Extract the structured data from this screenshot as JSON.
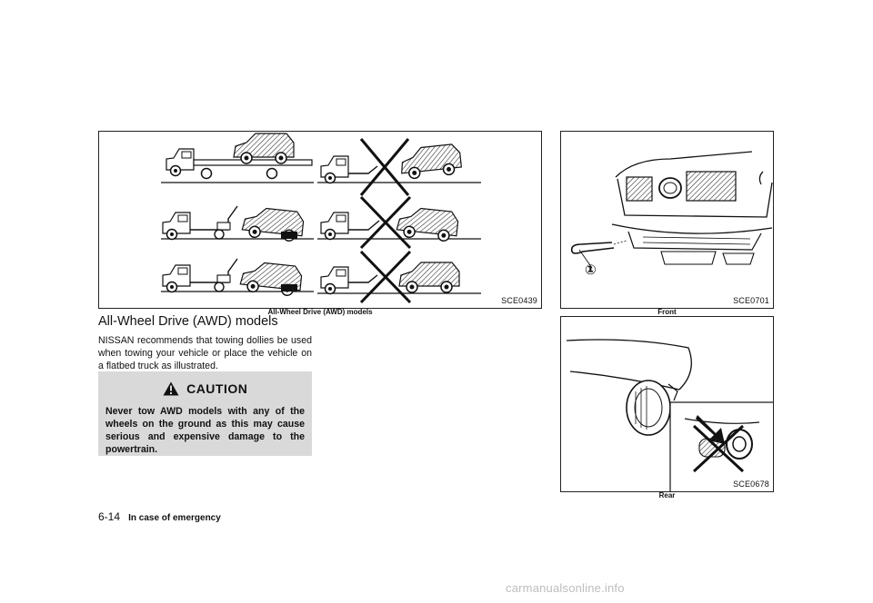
{
  "figures": {
    "main": {
      "code": "SCE0439",
      "caption": "All-Wheel Drive (AWD) models"
    },
    "front": {
      "code": "SCE0701",
      "caption": "Front",
      "callout": "①"
    },
    "rear": {
      "code": "SCE0678",
      "caption": "Rear"
    }
  },
  "section": {
    "title": "All-Wheel Drive (AWD) models",
    "body": "NISSAN recommends that towing dollies be used when towing your vehicle or place the vehicle on a flatbed truck as illustrated."
  },
  "caution": {
    "title": "CAUTION",
    "icon": "warning-triangle-icon",
    "text": "Never tow AWD models with any of the wheels on the ground as this may cause serious and expensive damage to the powertrain."
  },
  "footer": {
    "page": "6-14",
    "title": "In case of emergency"
  },
  "watermark": "carmanualsonline.info"
}
